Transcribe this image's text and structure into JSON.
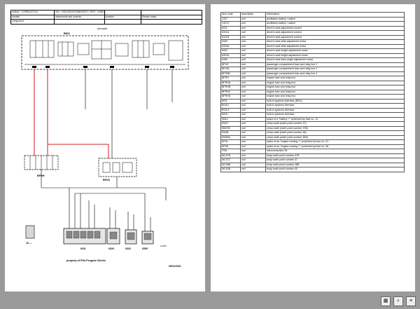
{
  "left_page": {
    "header": {
      "rows": [
        [
          "vehicle : CORSA (F2JO)",
          "VIN : VXKUZSXZKZM4010571 / OPO : 10050",
          "",
          ""
        ],
        [
          "domain",
          "instruments and controls",
          "function",
          "Electric seats"
        ],
        [
          "component",
          "",
          "",
          ""
        ]
      ]
    },
    "diagram_labels": {
      "principle": "principle",
      "bsi": "BSI1",
      "bfrh": "BFRH",
      "bfh3": "BFH3",
      "conn_left": "10 —",
      "comp1": "6311",
      "comp2": "6320",
      "comp3": "6322",
      "comp4": "6350",
      "small_code": "22/2/80"
    },
    "footer_property": "property of PSA Peugeot Citroën",
    "footer_date": "08/11/2021"
  },
  "right_page": {
    "table": {
      "headers": [
        "item code",
        "description",
        "information"
      ],
      "rows": [
        [
          "1327",
          "null",
          "ancillaries battery / switch"
        ],
        [
          "1327C",
          "null",
          "ancillaries battery / switch"
        ],
        [
          "6311",
          "null",
          "driver's seat adjustment control"
        ],
        [
          "6311A",
          "null",
          "driver's seat adjustment control"
        ],
        [
          "6311B",
          "null",
          "driver's seat adjustment control"
        ],
        [
          "6320",
          "null",
          "driver's seat slide adjustment motor"
        ],
        [
          "6320A",
          "null",
          "driver's seat slide adjustment motor"
        ],
        [
          "6322",
          "null",
          "driver's seat height adjustment motor"
        ],
        [
          "6322A",
          "null",
          "driver's seat height adjustment motor"
        ],
        [
          "6350",
          "null",
          "driver's seat back angle adjustment motor"
        ],
        [
          "BFH3",
          "null",
          "passenger compartment fuse and relay box 1"
        ],
        [
          "BFH3L",
          "null",
          "passenger compartment fuse and relay box 1"
        ],
        [
          "BFH3B",
          "null",
          "passenger compartment fuse and relay box 1"
        ],
        [
          "BFRH",
          "null",
          "engine fuse and relay box"
        ],
        [
          "BFRHA",
          "null",
          "engine fuse and relay box"
        ],
        [
          "BFRHB",
          "null",
          "engine fuse and relay box"
        ],
        [
          "BFRHC",
          "null",
          "engine fuse and relay box"
        ],
        [
          "BFRHD",
          "null",
          "engine fuse and relay box"
        ],
        [
          "BSI1",
          "null",
          "built-in systems interface (BSI1)"
        ],
        [
          "BSI1C",
          "null",
          "built-in systems interface"
        ],
        [
          "BSI1G",
          "null",
          "built-in systems interface"
        ],
        [
          "BSI1I",
          "null",
          "built-in systems interface"
        ],
        [
          "EB12",
          "null",
          "splice of a \"battery +\" protected by fuse no. 12"
        ],
        [
          "EM37",
          "null",
          "crimp earth (earth point number 37)"
        ],
        [
          "EM37B",
          "null",
          "crimp earth (earth point number 37B)"
        ],
        [
          "EM38",
          "null",
          "crimp earth (earth point number 38)"
        ],
        [
          "EM48A",
          "null",
          "crimp earth (earth point number 48A)"
        ],
        [
          "EP01",
          "null",
          "splice of an \"engine running +\" protected by fuse no. 01"
        ],
        [
          "EP06",
          "null",
          "splice of an \"engine running +\" protected by fuse no. 06"
        ],
        [
          "IT95",
          "null",
          "interconnection 95"
        ],
        [
          "MC37B",
          "null",
          "body earth point number 37B"
        ],
        [
          "MC37C",
          "null",
          "body earth point number 37"
        ],
        [
          "MC38B",
          "null",
          "body earth point number 38B"
        ],
        [
          "MC40B",
          "null",
          "body earth point number 40"
        ]
      ]
    }
  },
  "toolbar": {
    "grid_icon": "▦",
    "zoom_icon": "⌕",
    "menu_icon": "≡"
  }
}
